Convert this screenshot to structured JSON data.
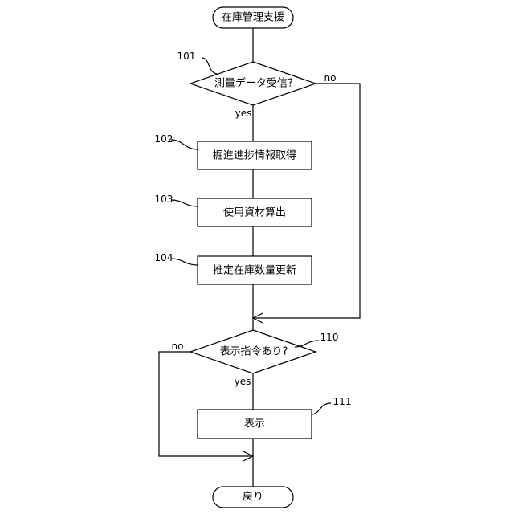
{
  "start": {
    "label": "在庫管理支援"
  },
  "end": {
    "label": "戻り"
  },
  "decision_101": {
    "ref": "101",
    "label": "測量データ受信?",
    "yes": "yes",
    "no": "no"
  },
  "step_102": {
    "ref": "102",
    "label": "掘進進捗情報取得"
  },
  "step_103": {
    "ref": "103",
    "label": "使用資材算出"
  },
  "step_104": {
    "ref": "104",
    "label": "推定在庫数量更新"
  },
  "decision_110": {
    "ref": "110",
    "label": "表示指令あり?",
    "yes": "yes",
    "no": "no"
  },
  "step_111": {
    "ref": "111",
    "label": "表示"
  }
}
